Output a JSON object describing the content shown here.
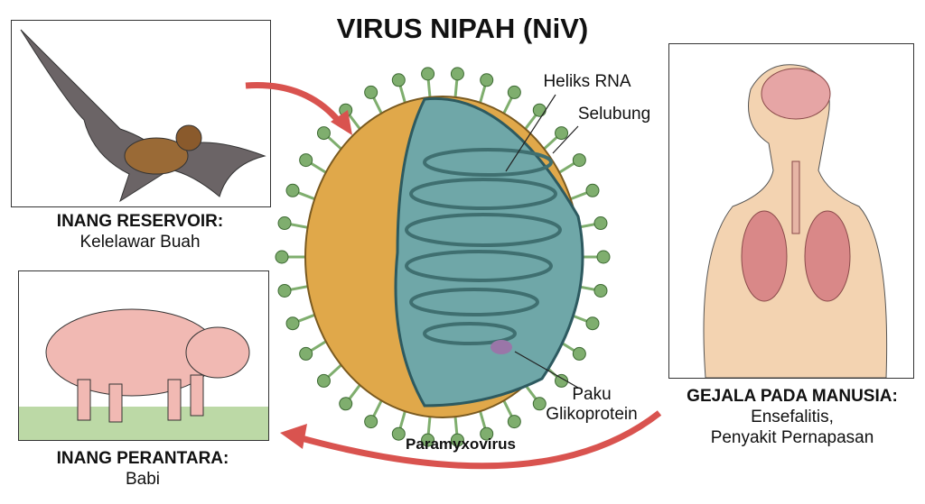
{
  "title": "VIRUS NIPAH (NiV)",
  "reservoir": {
    "heading": "INANG RESERVOIR:",
    "name": "Kelelawar Buah"
  },
  "intermediate": {
    "heading": "INANG PERANTARA:",
    "name": "Babi"
  },
  "human": {
    "heading": "GEJALA PADA MANUSIA:",
    "line1": "Ensefalitis,",
    "line2": "Penyakit Pernapasan"
  },
  "virus": {
    "name": "Paramyxovirus",
    "labels": {
      "rna": "Heliks RNA",
      "envelope": "Selubung",
      "spike1": "Paku",
      "spike2": "Glikoprotein"
    }
  },
  "colors": {
    "arrow": "#d9534f",
    "envelope": "#e0a84a",
    "interior": "#6fa7a8",
    "spike": "#7fae6e"
  }
}
